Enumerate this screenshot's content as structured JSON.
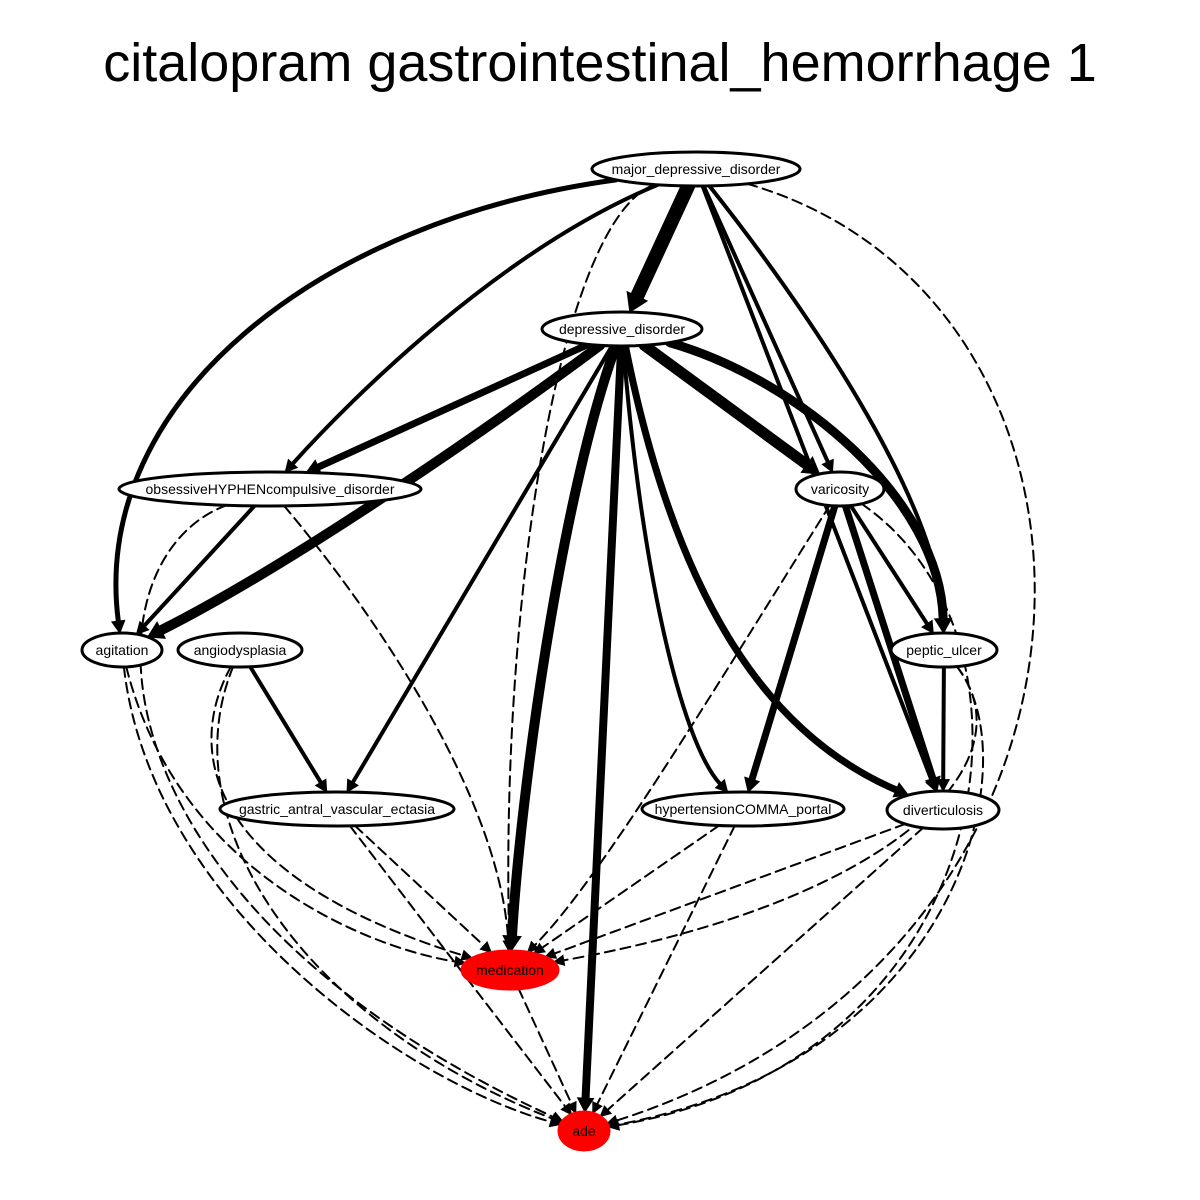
{
  "title": "citalopram gastrointestinal_hemorrhage 1",
  "nodes": [
    {
      "id": "major_depressive_disorder",
      "label": "major_depressive_disorder",
      "fill": "#ffffff"
    },
    {
      "id": "depressive_disorder",
      "label": "depressive_disorder",
      "fill": "#ffffff"
    },
    {
      "id": "obsessiveHYPHENcompulsive_disorder",
      "label": "obsessiveHYPHENcompulsive_disorder",
      "fill": "#ffffff"
    },
    {
      "id": "varicosity",
      "label": "varicosity",
      "fill": "#ffffff"
    },
    {
      "id": "agitation",
      "label": "agitation",
      "fill": "#ffffff"
    },
    {
      "id": "angiodysplasia",
      "label": "angiodysplasia",
      "fill": "#ffffff"
    },
    {
      "id": "peptic_ulcer",
      "label": "peptic_ulcer",
      "fill": "#ffffff"
    },
    {
      "id": "gastric_antral_vascular_ectasia",
      "label": "gastric_antral_vascular_ectasia",
      "fill": "#ffffff"
    },
    {
      "id": "hypertensionCOMMA_portal",
      "label": "hypertensionCOMMA_portal",
      "fill": "#ffffff"
    },
    {
      "id": "diverticulosis",
      "label": "diverticulosis",
      "fill": "#ffffff"
    },
    {
      "id": "medication",
      "label": "medication",
      "fill": "#ff0000"
    },
    {
      "id": "ade",
      "label": "ade",
      "fill": "#ff0000"
    }
  ],
  "edges": [
    {
      "from": "major_depressive_disorder",
      "to": "depressive_disorder",
      "style": "solid",
      "weight": 14
    },
    {
      "from": "major_depressive_disorder",
      "to": "agitation",
      "style": "solid",
      "weight": 5
    },
    {
      "from": "major_depressive_disorder",
      "to": "obsessiveHYPHENcompulsive_disorder",
      "style": "solid",
      "weight": 4
    },
    {
      "from": "major_depressive_disorder",
      "to": "varicosity",
      "style": "solid",
      "weight": 4
    },
    {
      "from": "major_depressive_disorder",
      "to": "peptic_ulcer",
      "style": "solid",
      "weight": 4
    },
    {
      "from": "major_depressive_disorder",
      "to": "diverticulosis",
      "style": "solid",
      "weight": 4
    },
    {
      "from": "major_depressive_disorder",
      "to": "medication",
      "style": "dashed",
      "weight": 2
    },
    {
      "from": "major_depressive_disorder",
      "to": "ade",
      "style": "dashed",
      "weight": 2
    },
    {
      "from": "depressive_disorder",
      "to": "obsessiveHYPHENcompulsive_disorder",
      "style": "solid",
      "weight": 7
    },
    {
      "from": "depressive_disorder",
      "to": "agitation",
      "style": "solid",
      "weight": 10
    },
    {
      "from": "depressive_disorder",
      "to": "gastric_antral_vascular_ectasia",
      "style": "solid",
      "weight": 4
    },
    {
      "from": "depressive_disorder",
      "to": "medication",
      "style": "solid",
      "weight": 10
    },
    {
      "from": "depressive_disorder",
      "to": "ade",
      "style": "solid",
      "weight": 8
    },
    {
      "from": "depressive_disorder",
      "to": "hypertensionCOMMA_portal",
      "style": "solid",
      "weight": 4
    },
    {
      "from": "depressive_disorder",
      "to": "varicosity",
      "style": "solid",
      "weight": 11
    },
    {
      "from": "depressive_disorder",
      "to": "peptic_ulcer",
      "style": "solid",
      "weight": 9
    },
    {
      "from": "depressive_disorder",
      "to": "diverticulosis",
      "style": "solid",
      "weight": 7
    },
    {
      "from": "obsessiveHYPHENcompulsive_disorder",
      "to": "agitation",
      "style": "solid",
      "weight": 4
    },
    {
      "from": "obsessiveHYPHENcompulsive_disorder",
      "to": "medication",
      "style": "dashed",
      "weight": 2
    },
    {
      "from": "obsessiveHYPHENcompulsive_disorder",
      "to": "ade",
      "style": "dashed",
      "weight": 2
    },
    {
      "from": "varicosity",
      "to": "hypertensionCOMMA_portal",
      "style": "solid",
      "weight": 7
    },
    {
      "from": "varicosity",
      "to": "peptic_ulcer",
      "style": "solid",
      "weight": 4
    },
    {
      "from": "varicosity",
      "to": "diverticulosis",
      "style": "solid",
      "weight": 7
    },
    {
      "from": "varicosity",
      "to": "medication",
      "style": "dashed",
      "weight": 2
    },
    {
      "from": "varicosity",
      "to": "ade",
      "style": "dashed",
      "weight": 2
    },
    {
      "from": "agitation",
      "to": "medication",
      "style": "dashed",
      "weight": 2
    },
    {
      "from": "agitation",
      "to": "ade",
      "style": "dashed",
      "weight": 2
    },
    {
      "from": "angiodysplasia",
      "to": "gastric_antral_vascular_ectasia",
      "style": "solid",
      "weight": 4
    },
    {
      "from": "angiodysplasia",
      "to": "medication",
      "style": "dashed",
      "weight": 2
    },
    {
      "from": "angiodysplasia",
      "to": "ade",
      "style": "dashed",
      "weight": 2
    },
    {
      "from": "peptic_ulcer",
      "to": "diverticulosis",
      "style": "solid",
      "weight": 4
    },
    {
      "from": "peptic_ulcer",
      "to": "medication",
      "style": "dashed",
      "weight": 2
    },
    {
      "from": "peptic_ulcer",
      "to": "ade",
      "style": "dashed",
      "weight": 2
    },
    {
      "from": "gastric_antral_vascular_ectasia",
      "to": "medication",
      "style": "dashed",
      "weight": 2
    },
    {
      "from": "gastric_antral_vascular_ectasia",
      "to": "ade",
      "style": "dashed",
      "weight": 2
    },
    {
      "from": "hypertensionCOMMA_portal",
      "to": "medication",
      "style": "dashed",
      "weight": 2
    },
    {
      "from": "hypertensionCOMMA_portal",
      "to": "ade",
      "style": "dashed",
      "weight": 2
    },
    {
      "from": "diverticulosis",
      "to": "medication",
      "style": "dashed",
      "weight": 2
    },
    {
      "from": "diverticulosis",
      "to": "ade",
      "style": "dashed",
      "weight": 2
    },
    {
      "from": "medication",
      "to": "ade",
      "style": "dashed",
      "weight": 2
    }
  ]
}
